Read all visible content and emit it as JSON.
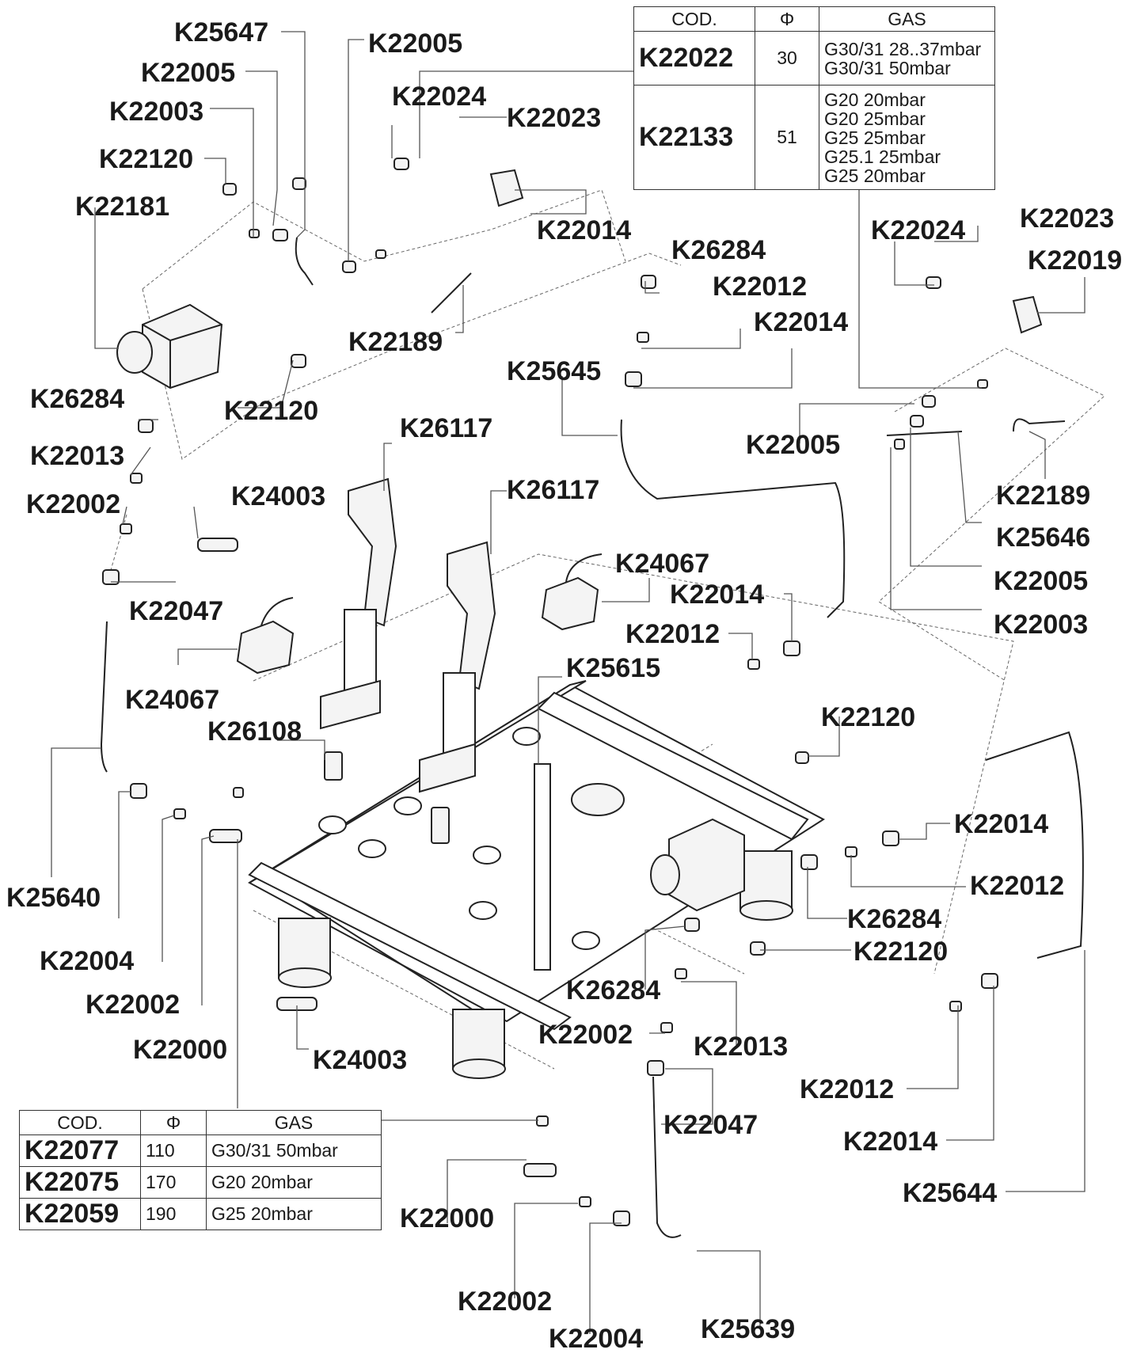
{
  "top_table": {
    "headers": [
      "COD.",
      "Φ",
      "GAS"
    ],
    "rows": [
      {
        "code": "K22022",
        "phi": "30",
        "gas": [
          "G30/31 28..37mbar",
          "G30/31 50mbar"
        ]
      },
      {
        "code": "K22133",
        "phi": "51",
        "gas": [
          "G20 20mbar",
          "G20 25mbar",
          "G25 25mbar",
          "G25.1 25mbar",
          "G25 20mbar"
        ]
      }
    ]
  },
  "bottom_table": {
    "headers": [
      "COD.",
      "Φ",
      "GAS"
    ],
    "rows": [
      {
        "code": "K22077",
        "phi": "110",
        "gas": "G30/31 50mbar"
      },
      {
        "code": "K22075",
        "phi": "170",
        "gas": "G20 20mbar"
      },
      {
        "code": "K22059",
        "phi": "190",
        "gas": "G25 20mbar"
      }
    ]
  },
  "labels": [
    "K25647",
    "K22005",
    "K22005",
    "K22003",
    "K22120",
    "K22181",
    "K22024",
    "K22023",
    "K22014",
    "K22189",
    "K22120",
    "K26284",
    "K22013",
    "K22002",
    "K24003",
    "K22047",
    "K24067",
    "K26117",
    "K26117",
    "K26108",
    "K25640",
    "K22004",
    "K22002",
    "K22000",
    "K24003",
    "K26284",
    "K22012",
    "K22014",
    "K25645",
    "K22024",
    "K22023",
    "K22019",
    "K22005",
    "K22189",
    "K25646",
    "K22005",
    "K22003",
    "K24067",
    "K22014",
    "K22012",
    "K25615",
    "K22120",
    "K22014",
    "K22012",
    "K26284",
    "K22120",
    "K26284",
    "K22002",
    "K22013",
    "K22047",
    "K22012",
    "K22014",
    "K25644",
    "K22000",
    "K22002",
    "K22004",
    "K25639"
  ]
}
